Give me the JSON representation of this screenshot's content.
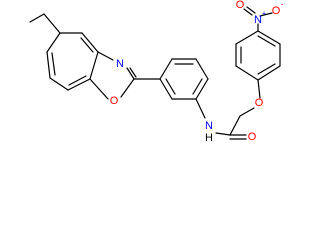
{
  "molecule": {
    "atom_labels": {
      "n_nitro": "N",
      "n_nitro_charge": "+",
      "o_nitro_top": "O",
      "o_nitro_left": "O",
      "o_nitro_left_charge": "-",
      "o_ether": "O",
      "n_oxazole": "N",
      "o_oxazole": "O",
      "o_carbonyl": "O",
      "n_amide": "N",
      "h_amide": "H"
    },
    "colors": {
      "bond": "#000000",
      "nitrogen": "#0000ff",
      "oxygen": "#ff0000"
    }
  }
}
